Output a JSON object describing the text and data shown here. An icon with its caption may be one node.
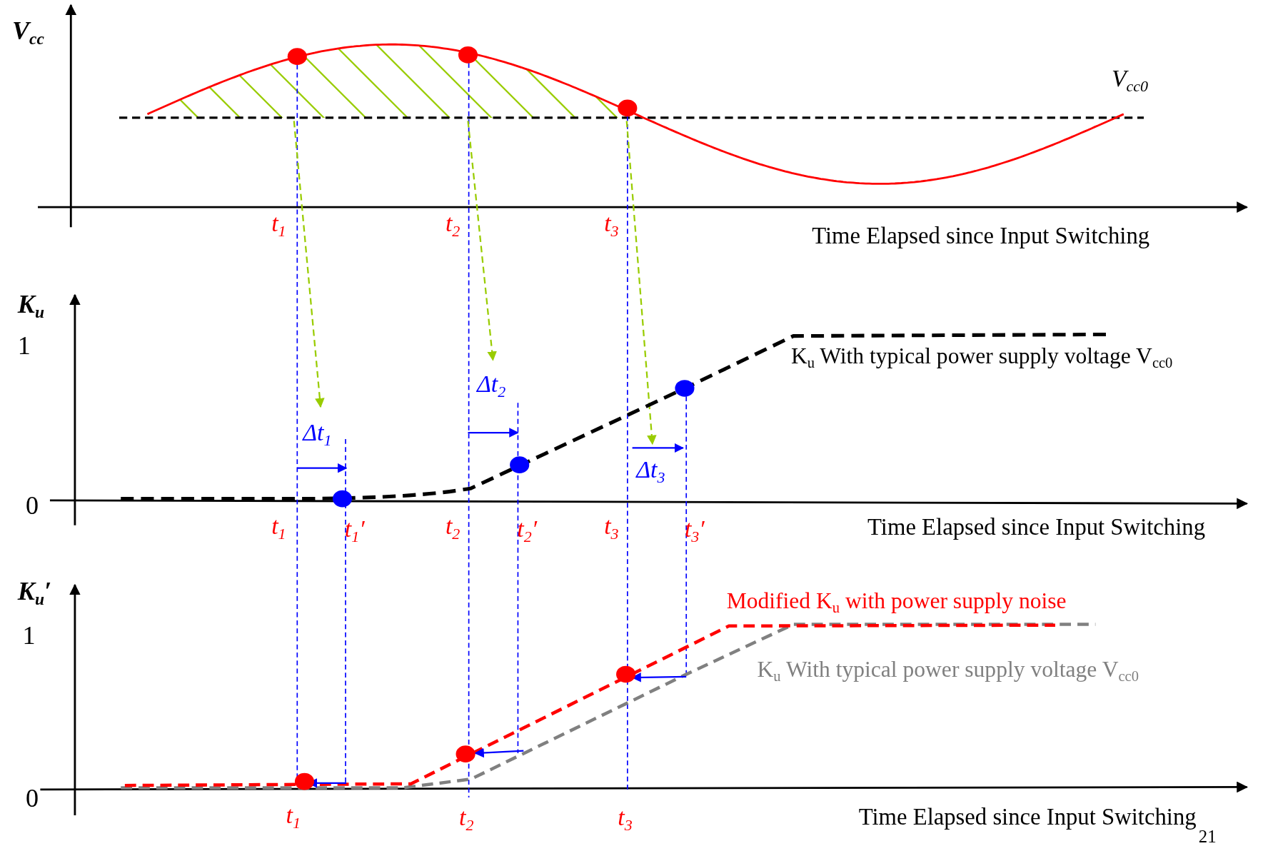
{
  "diagram": {
    "labels": [
      "V$_{cc}$",
      "V$_{cc0}$",
      "t$_{1}$",
      "t$_{2}$",
      "t$_{3}$",
      "Time Elapsed since Input Switching",
      "K$_{u}$",
      "1",
      "K$_{u}$ With typical power supply voltage V$_{cc0}$",
      "Δt$_{2}$",
      "Δt$_{1}$",
      "Δt$_{3}$",
      "0",
      "t$_{1}$",
      "t$_{1}$′",
      "t$_{2}$",
      "t$_{2}$′",
      "t$_{3}$",
      "t$_{3}$′",
      "Time Elapsed since Input Switching",
      "K$_{u}$′",
      "Modified K$_{u}$ with power supply noise",
      "1",
      "K$_{u}$ With typical power supply voltage V$_{cc0}$",
      "0",
      "t$_{1}$",
      "t$_{2}$",
      "t$_{3}$",
      "Time Elapsed since Input Switching",
      "21"
    ]
  }
}
